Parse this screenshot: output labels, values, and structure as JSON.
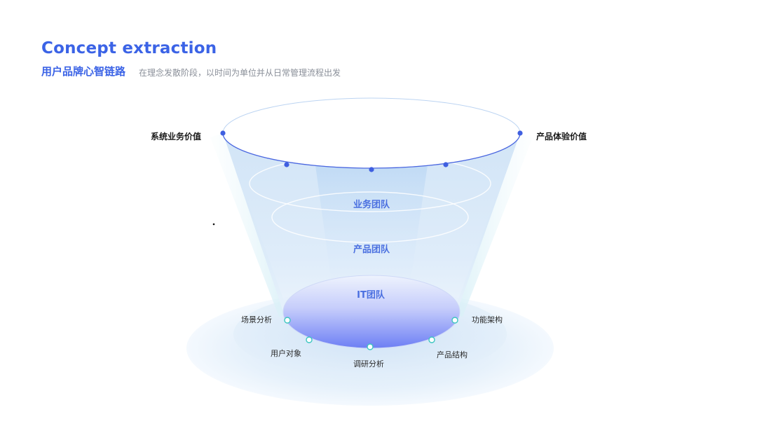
{
  "header": {
    "title": "Concept extraction",
    "subtitle": "用户品牌心智链路",
    "description": "在理念发散阶段，以时间为单位并从日常管理流程出发"
  },
  "funnel": {
    "top_left_label": "系统业务价值",
    "top_right_label": "产品体验价值",
    "layers": [
      {
        "label": "业务团队"
      },
      {
        "label": "产品团队"
      },
      {
        "label": "IT团队"
      }
    ],
    "base_points": [
      {
        "label": "场景分析"
      },
      {
        "label": "用户对象"
      },
      {
        "label": "调研分析"
      },
      {
        "label": "产品结构"
      },
      {
        "label": "功能架构"
      }
    ]
  },
  "colors": {
    "accent": "#3b63e6",
    "team_text": "#4a6fe0",
    "funnel_light": "#d6e8f8",
    "base_disc": "#7f8ff5",
    "marker_teal": "#3cc6c0"
  }
}
